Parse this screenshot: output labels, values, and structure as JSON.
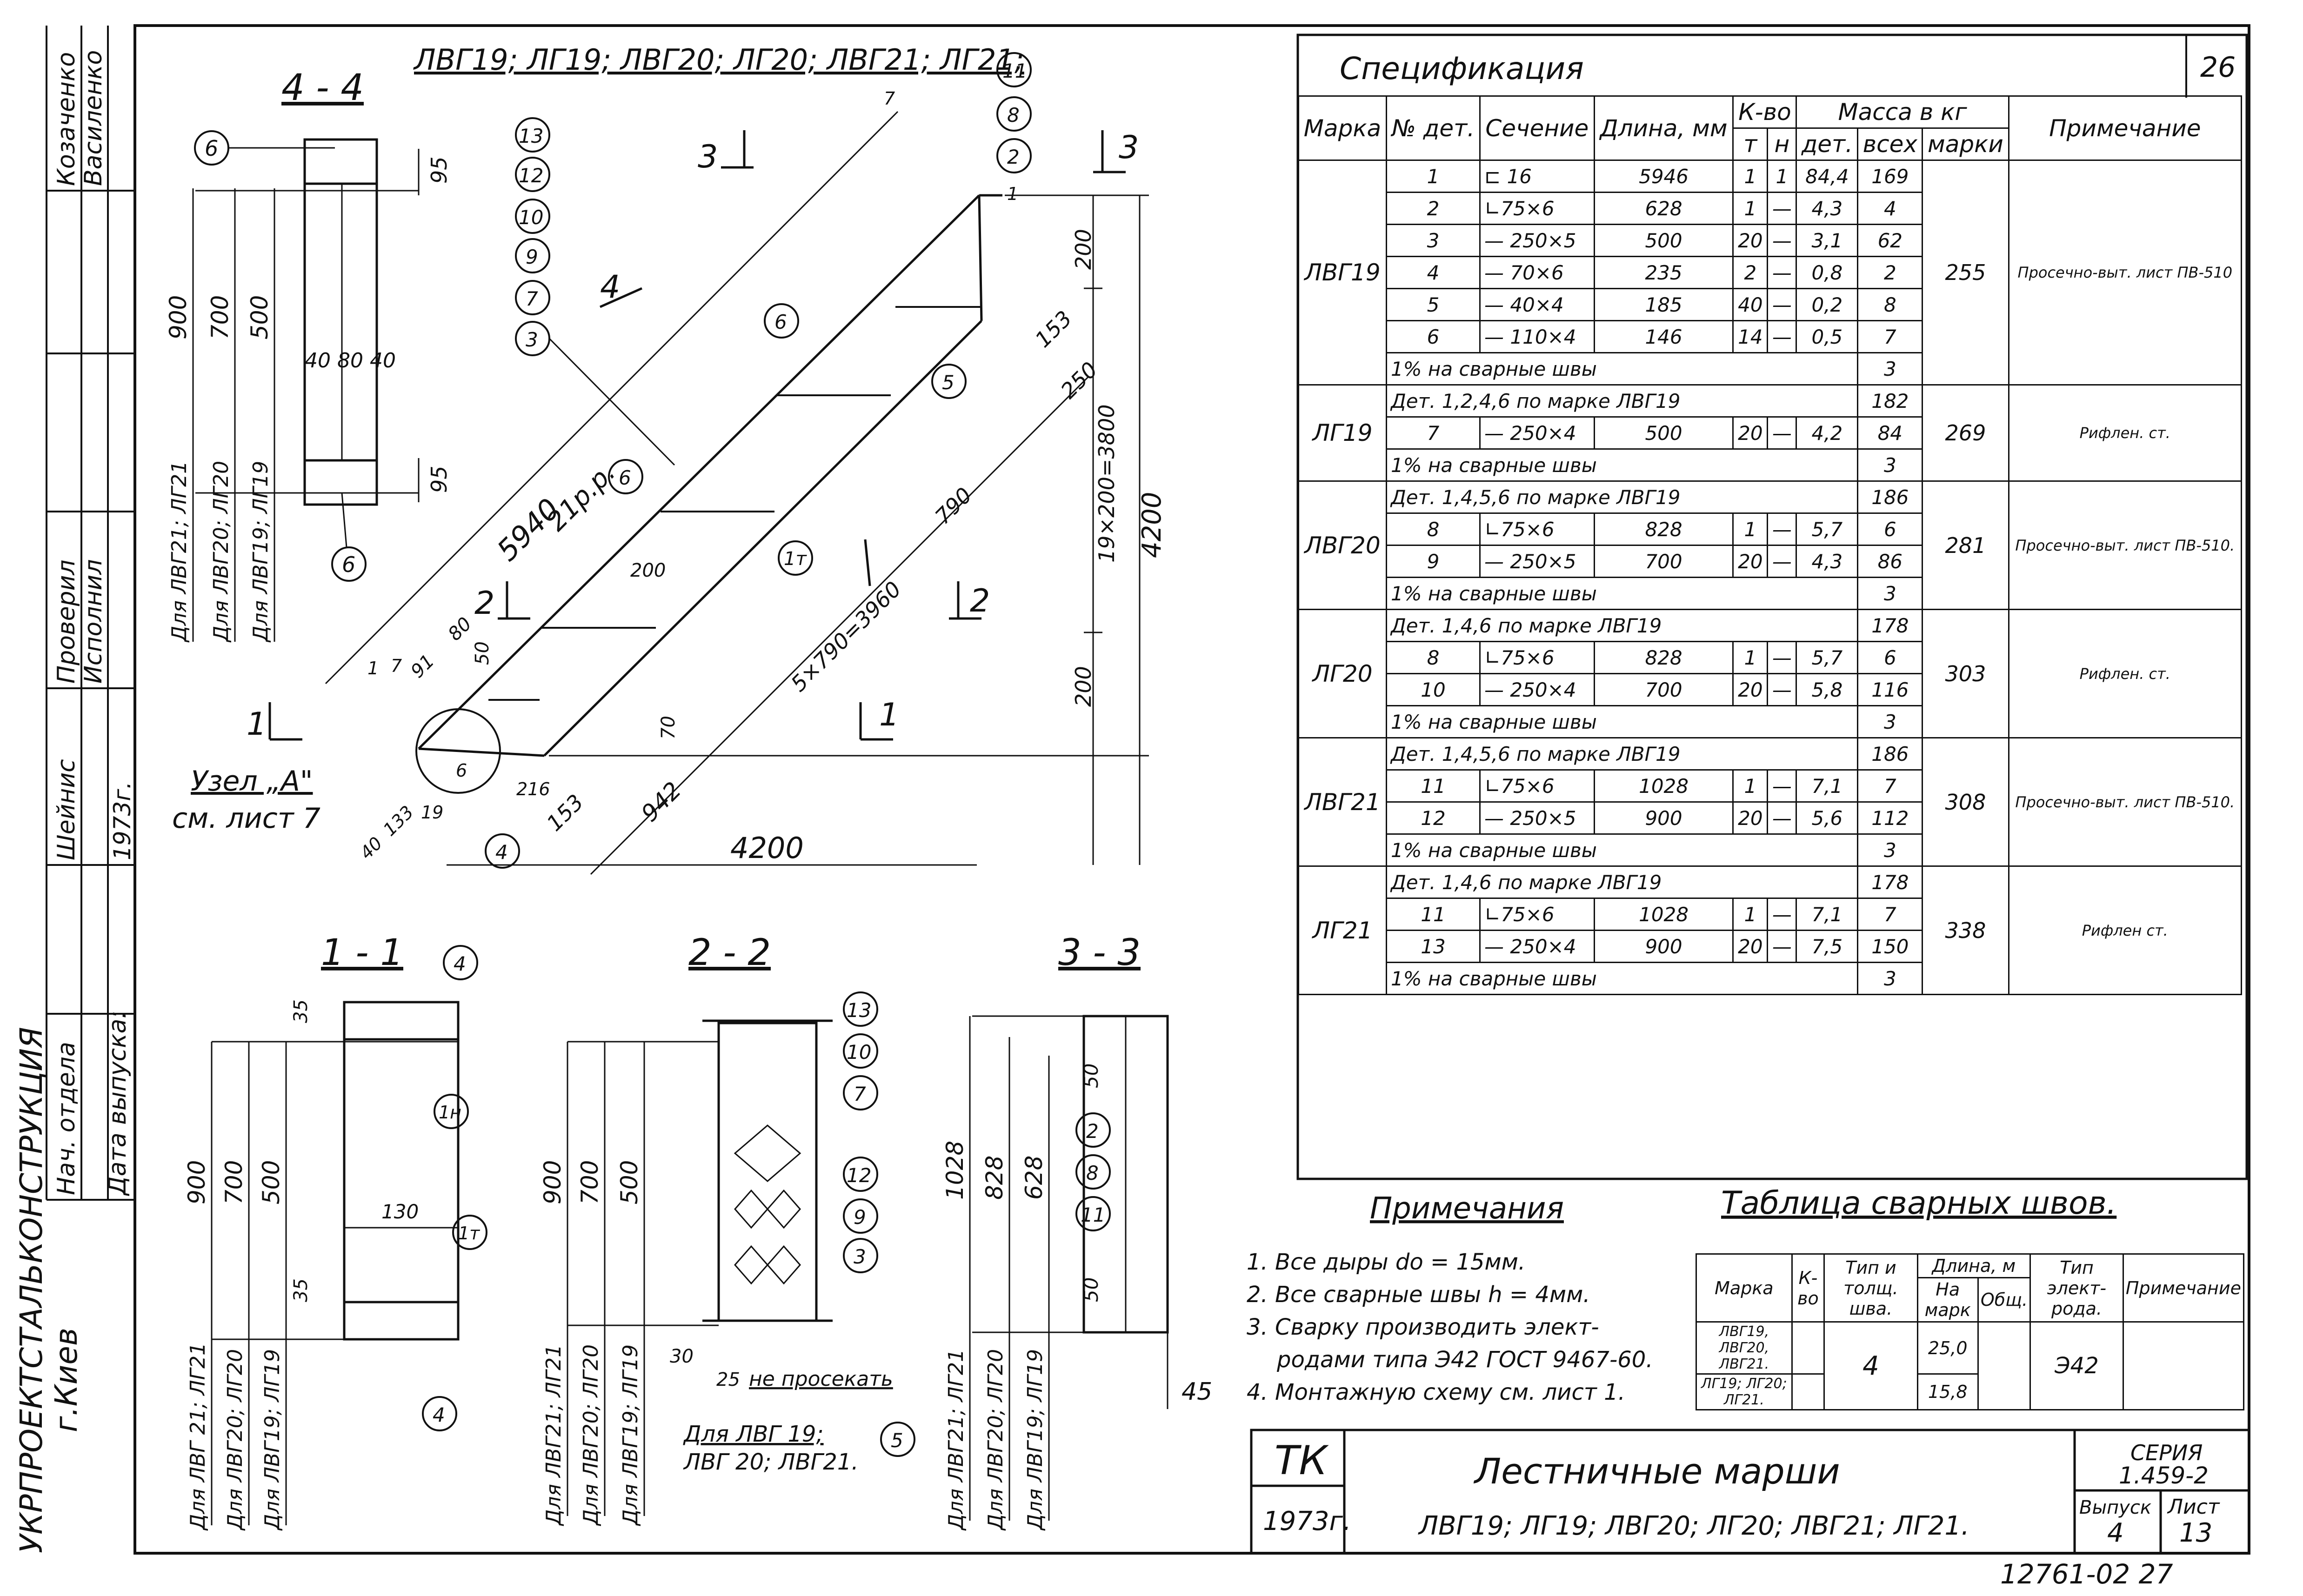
{
  "sheet_number_top": "26",
  "stamp": {
    "labels": [
      "Козаченко",
      "Василенко",
      "Проверил",
      "Исполнил",
      "Шейнис",
      "1973г.",
      "Нач. отдела",
      "Дата выпуска:"
    ],
    "org": "УКРПРОЕКТСТАЛЬКОНСТРУКЦИЯ",
    "city": "г.Киев"
  },
  "drawing": {
    "header_marks": "ЛВГ19; ЛГ19; ЛВГ20; ЛГ20; ЛВГ21; ЛГ21;",
    "section_44": "4 - 4",
    "section_11": "1 - 1",
    "section_22": "2 - 2",
    "section_33": "3 - 3",
    "node_label": "Узел „А\"",
    "node_ref": "см. лист 7",
    "dims": {
      "d5940": "5940",
      "d21pp": "21р.р.",
      "d4200v": "4200",
      "d4200h": "4200",
      "d19x200": "19×200=3800",
      "d5x790": "5×790=3960",
      "d942": "942",
      "d790": "790",
      "d250": "250",
      "d153a": "153",
      "d153b": "153",
      "d200a": "200",
      "d200b": "200",
      "d200c": "200",
      "d91": "91",
      "d80": "80",
      "d50": "50",
      "d70": "70",
      "d216": "216",
      "d6": "6",
      "d19": "19",
      "d133": "133",
      "d40": "40",
      "d7": "7",
      "d1": "1",
      "d95a": "95",
      "d95b": "95",
      "d900a": "900",
      "d700a": "700",
      "d500a": "500",
      "d408040": "40 80 40",
      "d900b": "900",
      "d700b": "700",
      "d500b": "500",
      "d130": "130",
      "d35a": "35",
      "d35b": "35",
      "d900c": "900",
      "d700c": "700",
      "d500c": "500",
      "d30": "30",
      "d25": "25",
      "d1028": "1028",
      "d828": "828",
      "d628": "628",
      "d50a": "50",
      "d50b": "50",
      "d45": "45"
    },
    "cut_marks": [
      "1",
      "1",
      "2",
      "2",
      "3",
      "3",
      "4"
    ],
    "callouts_stair": [
      "13",
      "12",
      "10",
      "9",
      "7",
      "3",
      "11",
      "8",
      "2",
      "6",
      "6",
      "5",
      "1т",
      "4"
    ],
    "callouts_44": [
      "6",
      "6"
    ],
    "callouts_11": [
      "4",
      "1н",
      "1т",
      "4"
    ],
    "callouts_22": [
      "13",
      "10",
      "7",
      "12",
      "9",
      "3",
      "5"
    ],
    "callouts_33": [
      "2",
      "8",
      "11"
    ],
    "for_labels_44": [
      "Для ЛВГ21; ЛГ21",
      "Для ЛВГ20; ЛГ20",
      "Для ЛВГ19; ЛГ19"
    ],
    "for_labels_11": [
      "Для ЛВГ 21; ЛГ21",
      "Для ЛВГ20; ЛГ20",
      "Для ЛВГ19; ЛГ19"
    ],
    "for_labels_22": [
      "Для ЛВГ21; ЛГ21",
      "Для ЛВГ20; ЛГ20",
      "Для ЛВГ19; ЛГ19"
    ],
    "for_labels_33": [
      "Для ЛВГ21; ЛГ21",
      "Для ЛВГ20; ЛГ20",
      "Для ЛВГ19; ЛГ19"
    ],
    "ne_prosekat": "не просекать",
    "for_22_note_1": "Для ЛВГ 19;",
    "for_22_note_2": "ЛВГ 20; ЛВГ21."
  },
  "spec": {
    "title": "Спецификация",
    "headers": {
      "mark": "Марка",
      "det_no": "№ дет.",
      "section": "Сечение",
      "length": "Длина, мм",
      "qty": "К-во",
      "t": "т",
      "n": "н",
      "mass": "Масса в кг",
      "det": "дет.",
      "all": "всех",
      "marks": "марки",
      "note": "Примечание"
    },
    "groups": [
      {
        "mark": "ЛВГ19",
        "mass": "255",
        "note": "Просечно-выт. лист ПВ-510",
        "rows": [
          {
            "det": "1",
            "section": "⊏ 16",
            "length": "5946",
            "t": "1",
            "n": "1",
            "m_det": "84,4",
            "m_all": "169"
          },
          {
            "det": "2",
            "section": "∟75×6",
            "length": "628",
            "t": "1",
            "n": "—",
            "m_det": "4,3",
            "m_all": "4"
          },
          {
            "det": "3",
            "section": "— 250×5",
            "length": "500",
            "t": "20",
            "n": "—",
            "m_det": "3,1",
            "m_all": "62"
          },
          {
            "det": "4",
            "section": "— 70×6",
            "length": "235",
            "t": "2",
            "n": "—",
            "m_det": "0,8",
            "m_all": "2"
          },
          {
            "det": "5",
            "section": "— 40×4",
            "length": "185",
            "t": "40",
            "n": "—",
            "m_det": "0,2",
            "m_all": "8"
          },
          {
            "det": "6",
            "section": "— 110×4",
            "length": "146",
            "t": "14",
            "n": "—",
            "m_det": "0,5",
            "m_all": "7"
          }
        ],
        "weld": "1% на сварные швы",
        "weld_val": "3"
      },
      {
        "mark": "ЛГ19",
        "mass": "269",
        "note": "Рифлен. ст.",
        "ref": "Дет. 1,2,4,6 по марке ЛВГ19",
        "ref_val": "182",
        "rows": [
          {
            "det": "7",
            "section": "— 250×4",
            "length": "500",
            "t": "20",
            "n": "—",
            "m_det": "4,2",
            "m_all": "84"
          }
        ],
        "weld": "1% на сварные швы",
        "weld_val": "3"
      },
      {
        "mark": "ЛВГ20",
        "mass": "281",
        "note": "Просечно-выт. лист ПВ-510.",
        "ref": "Дет. 1,4,5,6 по марке ЛВГ19",
        "ref_val": "186",
        "rows": [
          {
            "det": "8",
            "section": "∟75×6",
            "length": "828",
            "t": "1",
            "n": "—",
            "m_det": "5,7",
            "m_all": "6"
          },
          {
            "det": "9",
            "section": "— 250×5",
            "length": "700",
            "t": "20",
            "n": "—",
            "m_det": "4,3",
            "m_all": "86"
          }
        ],
        "weld": "1% на сварные швы",
        "weld_val": "3"
      },
      {
        "mark": "ЛГ20",
        "mass": "303",
        "note": "Рифлен. ст.",
        "ref": "Дет. 1,4,6 по марке ЛВГ19",
        "ref_val": "178",
        "rows": [
          {
            "det": "8",
            "section": "∟75×6",
            "length": "828",
            "t": "1",
            "n": "—",
            "m_det": "5,7",
            "m_all": "6"
          },
          {
            "det": "10",
            "section": "— 250×4",
            "length": "700",
            "t": "20",
            "n": "—",
            "m_det": "5,8",
            "m_all": "116"
          }
        ],
        "weld": "1% на сварные швы",
        "weld_val": "3"
      },
      {
        "mark": "ЛВГ21",
        "mass": "308",
        "note": "Просечно-выт. лист ПВ-510.",
        "ref": "Дет. 1,4,5,6 по марке ЛВГ19",
        "ref_val": "186",
        "rows": [
          {
            "det": "11",
            "section": "∟75×6",
            "length": "1028",
            "t": "1",
            "n": "—",
            "m_det": "7,1",
            "m_all": "7"
          },
          {
            "det": "12",
            "section": "— 250×5",
            "length": "900",
            "t": "20",
            "n": "—",
            "m_det": "5,6",
            "m_all": "112"
          }
        ],
        "weld": "1% на сварные швы",
        "weld_val": "3"
      },
      {
        "mark": "ЛГ21",
        "mass": "338",
        "note": "Рифлен ст.",
        "ref": "Дет. 1,4,6 по марке ЛВГ19",
        "ref_val": "178",
        "rows": [
          {
            "det": "11",
            "section": "∟75×6",
            "length": "1028",
            "t": "1",
            "n": "—",
            "m_det": "7,1",
            "m_all": "7"
          },
          {
            "det": "13",
            "section": "— 250×4",
            "length": "900",
            "t": "20",
            "n": "—",
            "m_det": "7,5",
            "m_all": "150"
          }
        ],
        "weld": "1% на сварные швы",
        "weld_val": "3"
      }
    ]
  },
  "notes": {
    "title": "Примечания",
    "items": [
      "1. Все дыры do = 15мм.",
      "2. Все сварные швы h = 4мм.",
      "3. Сварку производить элект-",
      "родами типа Э42 ГОСТ 9467-60.",
      "4. Монтажную схему см. лист 1."
    ]
  },
  "weld_table": {
    "title": "Таблица сварных швов.",
    "headers": {
      "mark": "Марка",
      "qty": "К-во",
      "type": "Тип и толщ. шва.",
      "len": "Длина, м",
      "na_mark": "На марк",
      "total": "Общ.",
      "electrode": "Тип элект-рода.",
      "note": "Примечание"
    },
    "row1_marks": "ЛВГ19, ЛВГ20, ЛВГ21.",
    "row2_marks": "ЛГ19; ЛГ20; ЛГ21.",
    "type_val": "4",
    "len1": "25,0",
    "len2": "15,8",
    "electrode": "Э42"
  },
  "title_block": {
    "tk": "ТК",
    "year": "1973г.",
    "title": "Лестничные марши",
    "subtitle": "ЛВГ19; ЛГ19; ЛВГ20; ЛГ20; ЛВГ21; ЛГ21.",
    "series_label": "СЕРИЯ",
    "series": "1.459-2",
    "issue_label": "Выпуск",
    "issue": "4",
    "sheet_label": "Лист",
    "sheet": "13"
  },
  "footer": "12761-02  27"
}
